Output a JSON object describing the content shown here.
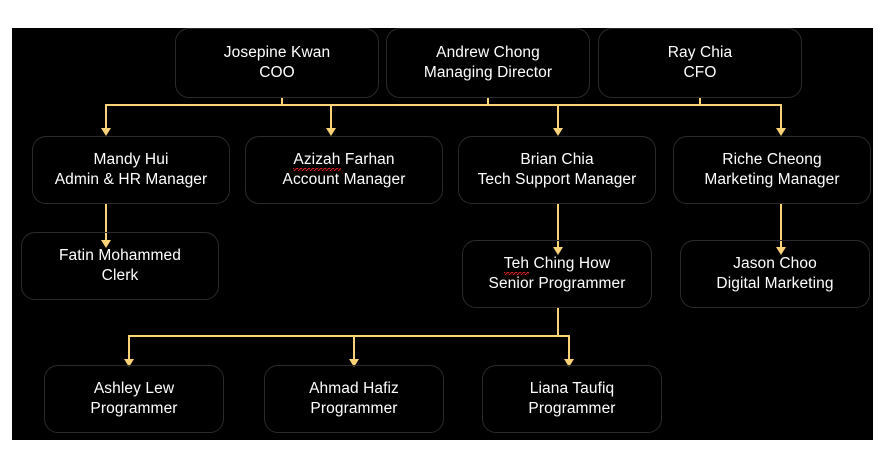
{
  "chart_data": {
    "type": "diagram",
    "diagram_type": "organization-chart",
    "title": "Company Organization Chart",
    "background_color": "#000000",
    "text_color": "#ffffff",
    "connector_color": "#fbd277",
    "node_outline_color": "#2b2b2b",
    "spellcheck_underline_color": "#d81f1f",
    "levels": 4,
    "nodes": [
      {
        "id": "josepine",
        "name": "Josepine Kwan",
        "title": "COO",
        "level": 1,
        "misspelled": false
      },
      {
        "id": "andrew",
        "name": "Andrew Chong",
        "title": "Managing Director",
        "level": 1,
        "misspelled": false
      },
      {
        "id": "ray",
        "name": "Ray Chia",
        "title": "CFO",
        "level": 1,
        "misspelled": false
      },
      {
        "id": "mandy",
        "name": "Mandy Hui",
        "title": "Admin & HR Manager",
        "level": 2,
        "misspelled": false
      },
      {
        "id": "azizah",
        "name": "Azizah Farhan",
        "title": "Account Manager",
        "level": 2,
        "misspelled": true,
        "misspelled_word": "Azizah"
      },
      {
        "id": "brian",
        "name": "Brian Chia",
        "title": "Tech Support Manager",
        "level": 2,
        "misspelled": false
      },
      {
        "id": "riche",
        "name": "Riche Cheong",
        "title": "Marketing Manager",
        "level": 2,
        "misspelled": false
      },
      {
        "id": "fatin",
        "name": "Fatin Mohammed",
        "title": "Clerk",
        "level": 3,
        "misspelled": false
      },
      {
        "id": "teh",
        "name": "Teh Ching How",
        "title": "Senior Programmer",
        "level": 3,
        "misspelled": true,
        "misspelled_word": "Teh"
      },
      {
        "id": "jason",
        "name": "Jason Choo",
        "title": "Digital Marketing",
        "level": 3,
        "misspelled": false
      },
      {
        "id": "ashley",
        "name": "Ashley Lew",
        "title": "Programmer",
        "level": 4,
        "misspelled": false
      },
      {
        "id": "ahmad",
        "name": "Ahmad Hafiz",
        "title": "Programmer",
        "level": 4,
        "misspelled": false
      },
      {
        "id": "liana",
        "name": "Liana Taufiq",
        "title": "Programmer",
        "level": 4,
        "misspelled": false
      }
    ],
    "edges": [
      {
        "from": "andrew",
        "to": "mandy"
      },
      {
        "from": "andrew",
        "to": "azizah"
      },
      {
        "from": "andrew",
        "to": "brian"
      },
      {
        "from": "andrew",
        "to": "riche"
      },
      {
        "from": "josepine",
        "to": "mandy"
      },
      {
        "from": "ray",
        "to": "riche"
      },
      {
        "from": "mandy",
        "to": "fatin"
      },
      {
        "from": "brian",
        "to": "teh"
      },
      {
        "from": "riche",
        "to": "jason"
      },
      {
        "from": "teh",
        "to": "ashley"
      },
      {
        "from": "teh",
        "to": "ahmad"
      },
      {
        "from": "teh",
        "to": "liana"
      }
    ]
  },
  "nodes": {
    "josepine": {
      "name": "Josepine Kwan",
      "title": "COO"
    },
    "andrew": {
      "name": "Andrew Chong",
      "title": "Managing Director"
    },
    "ray": {
      "name": "Ray Chia",
      "title": "CFO"
    },
    "mandy": {
      "name": "Mandy Hui",
      "title": "Admin & HR Manager"
    },
    "azizah": {
      "name_word1": "Azizah",
      "name_word2": " Farhan",
      "title": "Account Manager"
    },
    "brian": {
      "name": "Brian Chia",
      "title": "Tech Support Manager"
    },
    "riche": {
      "name": "Riche Cheong",
      "title": "Marketing Manager"
    },
    "fatin": {
      "name": "Fatin Mohammed",
      "title": "Clerk"
    },
    "teh": {
      "name_word1": "Teh",
      "name_word2": " Ching How",
      "title": "Senior Programmer"
    },
    "jason": {
      "name": "Jason Choo",
      "title": "Digital Marketing"
    },
    "ashley": {
      "name": "Ashley Lew",
      "title": "Programmer"
    },
    "ahmad": {
      "name": "Ahmad Hafiz",
      "title": "Programmer"
    },
    "liana": {
      "name": "Liana Taufiq",
      "title": "Programmer"
    }
  }
}
